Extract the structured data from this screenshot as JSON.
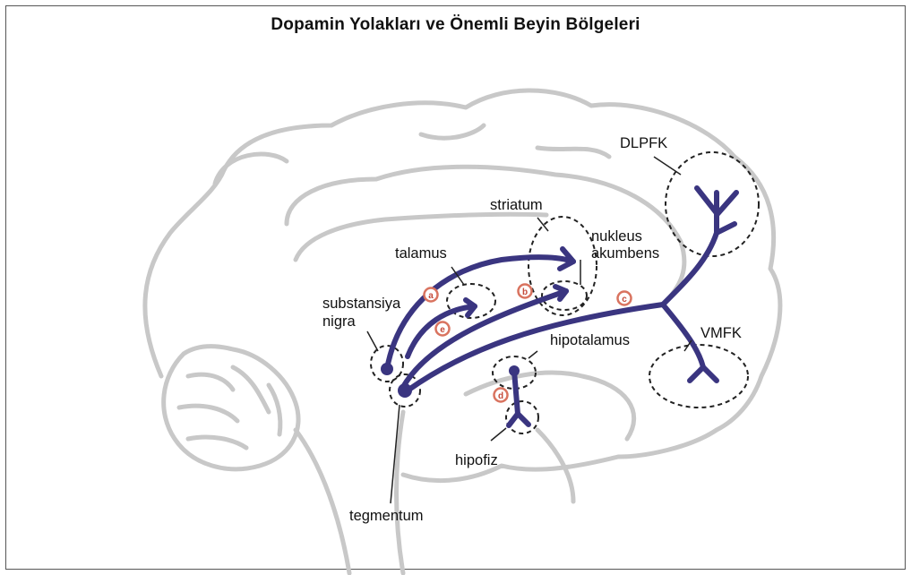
{
  "title": "Dopamin Yolakları ve Önemli Beyin Bölgeleri",
  "labels": {
    "dlpfk": "DLPFK",
    "vmfk": "VMFK",
    "striatum": "striatum",
    "nukleus_line1": "nukleus",
    "nukleus_line2": "akumbens",
    "talamus": "talamus",
    "substansiya_line1": "substansiya",
    "substansiya_line2": "nigra",
    "hipotalamus": "hipotalamus",
    "hipofiz": "hipofiz",
    "tegmentum": "tegmentum"
  },
  "markers": [
    "a",
    "b",
    "c",
    "d",
    "e"
  ],
  "colors": {
    "pathway": "#3a3580",
    "outline": "#c8c8c8",
    "marker_ring": "#d9735f",
    "region": "#222222"
  }
}
